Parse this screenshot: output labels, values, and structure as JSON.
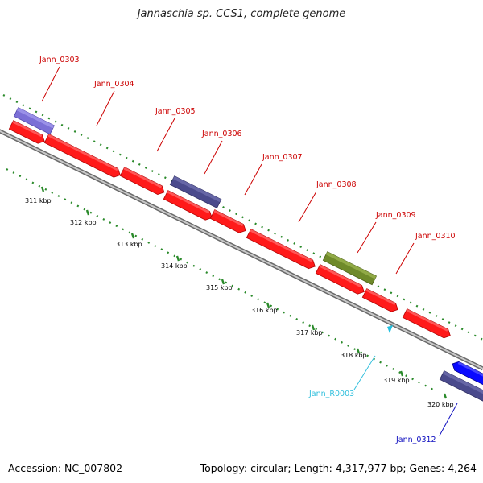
{
  "title": "Jannaschia sp. CCS1, complete genome",
  "footer": {
    "accession": "Accession: NC_007802",
    "summary": "Topology: circular; Length: 4,317,977 bp; Genes: 4,264"
  },
  "colors": {
    "background": "#ffffff",
    "backbone": "#8c8c8c",
    "dotted_track": "#2a8a2a",
    "gene_red": "#ff1a1a",
    "gene_purple": "#4a4a8c",
    "gene_lavender": "#7b6fd6",
    "gene_olive": "#6f8a2a",
    "gene_blue": "#0a0aff",
    "rna_cyan": "#22c0e0",
    "label_red": "#cc0000",
    "label_cyan": "#33c0dd",
    "label_blue": "#1010c0"
  },
  "scale_ticks": [
    {
      "label": "311 kbp"
    },
    {
      "label": "312 kbp"
    },
    {
      "label": "313 kbp"
    },
    {
      "label": "314 kbp"
    },
    {
      "label": "315 kbp"
    },
    {
      "label": "316 kbp"
    },
    {
      "label": "317 kbp"
    },
    {
      "label": "318 kbp"
    },
    {
      "label": "319 kbp"
    },
    {
      "label": "320 kbp"
    }
  ],
  "genes": [
    {
      "id": "Jann_0303",
      "label": "Jann_0303",
      "color": "#7b6fd6",
      "label_color": "#cc0000"
    },
    {
      "id": "Jann_0304",
      "label": "Jann_0304",
      "color": "#ff1a1a",
      "label_color": "#cc0000"
    },
    {
      "id": "Jann_0305",
      "label": "Jann_0305",
      "color": "#ff1a1a",
      "label_color": "#cc0000"
    },
    {
      "id": "Jann_0306",
      "label": "Jann_0306",
      "color": "#4a4a8c",
      "label_color": "#cc0000"
    },
    {
      "id": "Jann_0307",
      "label": "Jann_0307",
      "color": "#ff1a1a",
      "label_color": "#cc0000"
    },
    {
      "id": "Jann_0308",
      "label": "Jann_0308",
      "color": "#ff1a1a",
      "label_color": "#cc0000"
    },
    {
      "id": "Jann_0309",
      "label": "Jann_0309",
      "color": "#6f8a2a",
      "label_color": "#cc0000"
    },
    {
      "id": "Jann_0310",
      "label": "Jann_0310",
      "color": "#ff1a1a",
      "label_color": "#cc0000"
    },
    {
      "id": "Jann_R0003",
      "label": "Jann_R0003",
      "color": "#22c0e0",
      "label_color": "#33c0dd"
    },
    {
      "id": "Jann_0312",
      "label": "Jann_0312",
      "color": "#4a4a8c",
      "label_color": "#1010c0"
    }
  ]
}
